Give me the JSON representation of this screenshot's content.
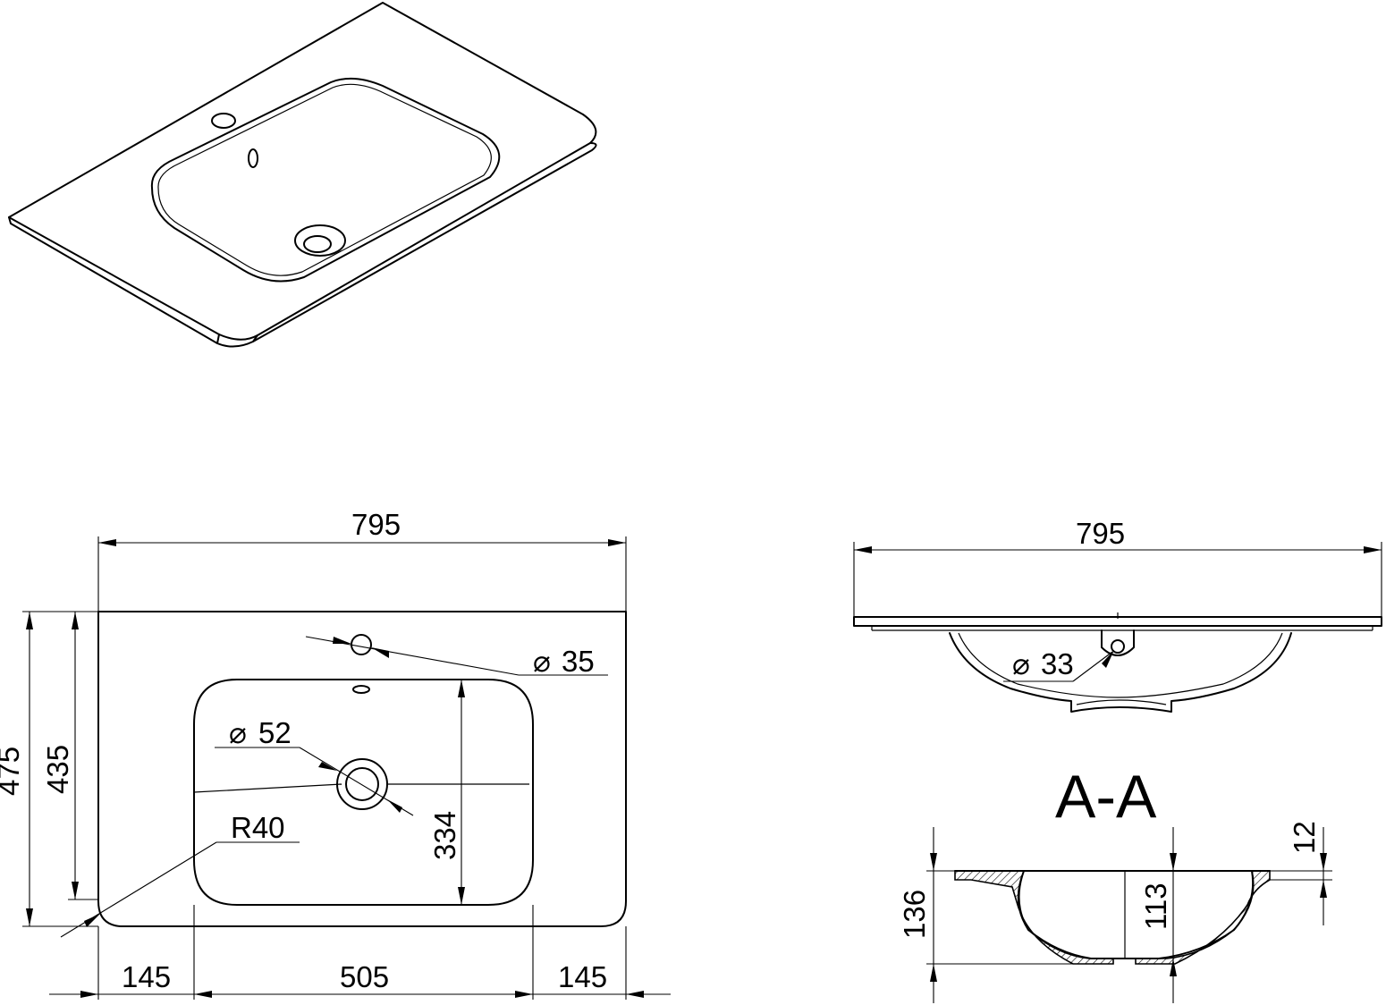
{
  "plan": {
    "width": "795",
    "height_outer": "475",
    "height_inner": "435",
    "bowl_depth": "334",
    "left_margin": "145",
    "bowl_width": "505",
    "right_margin": "145",
    "tap_hole": "35",
    "drain": "52",
    "corner_radius": "R40"
  },
  "front": {
    "width": "795",
    "overflow": "33"
  },
  "section": {
    "title": "A-A",
    "thickness": "12",
    "total_height": "136",
    "bowl_height": "113"
  },
  "symbols": {
    "diameter": "⌀"
  }
}
